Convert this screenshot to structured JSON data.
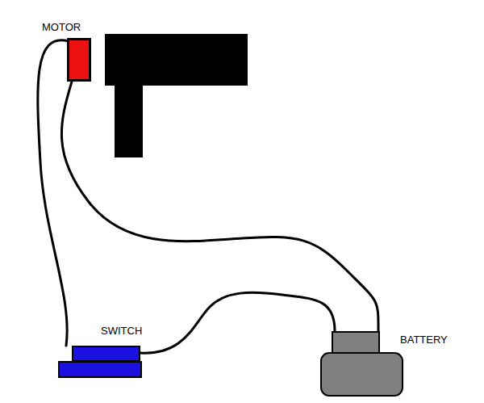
{
  "diagram": {
    "nodes": [
      {
        "text": [
          "MOTOR"
        ]
      },
      {
        "text": [
          "SWITCH"
        ]
      },
      {
        "text": [
          "BATTERY"
        ]
      }
    ],
    "edges": [
      {
        "from": 0,
        "to": 1,
        "arrow": "none"
      },
      {
        "from": 0,
        "to": 2,
        "arrow": "none"
      },
      {
        "from": 1,
        "to": 2,
        "arrow": "none"
      }
    ]
  }
}
